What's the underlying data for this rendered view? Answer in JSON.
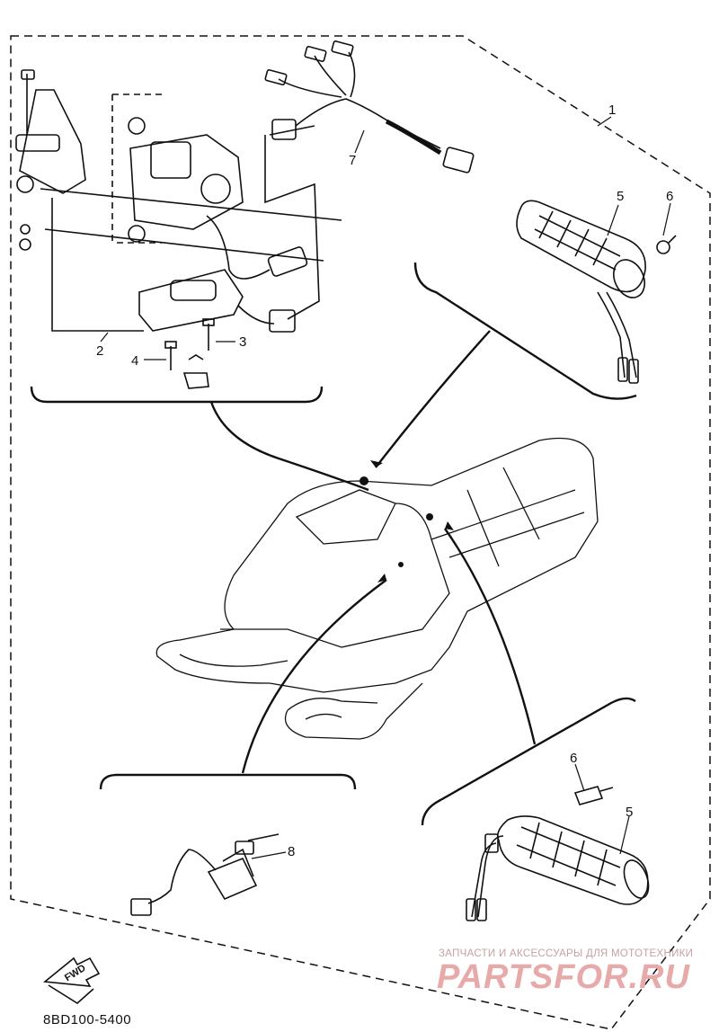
{
  "diagram": {
    "callouts": [
      {
        "id": "1",
        "label": "1"
      },
      {
        "id": "2",
        "label": "2"
      },
      {
        "id": "3",
        "label": "3"
      },
      {
        "id": "4",
        "label": "4"
      },
      {
        "id": "5a",
        "label": "5"
      },
      {
        "id": "6a",
        "label": "6"
      },
      {
        "id": "7",
        "label": "7"
      },
      {
        "id": "5b",
        "label": "5"
      },
      {
        "id": "6b",
        "label": "6"
      },
      {
        "id": "8",
        "label": "8"
      }
    ],
    "fwd_label": "FWD",
    "part_code": "8BD100-5400"
  },
  "watermark": {
    "line1": "ЗАПЧАСТИ И АКСЕССУАРЫ ДЛЯ МОТОТЕХНИКИ",
    "brand": "PARTSFOR.RU"
  }
}
